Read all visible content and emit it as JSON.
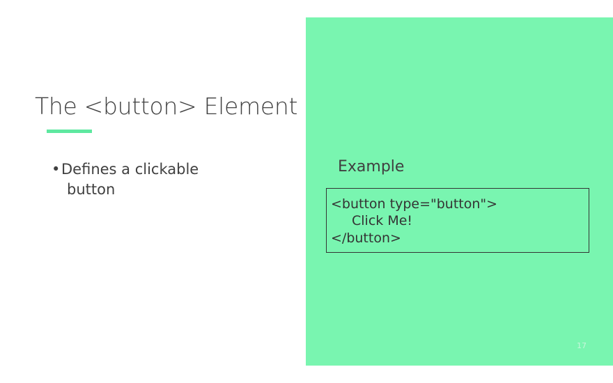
{
  "slide": {
    "title": "The <button> Element",
    "bullet": {
      "marker": "•",
      "line1": "Defines a clickable",
      "line2": "button"
    },
    "example_label": "Example",
    "code_lines": [
      "<button type=\"button\">",
      "Click Me!",
      "</button>"
    ],
    "slide_number": "17"
  },
  "colors": {
    "panel_green": "#79f5b0",
    "accent_underline": "#5ee8a0",
    "text": "#404040"
  }
}
